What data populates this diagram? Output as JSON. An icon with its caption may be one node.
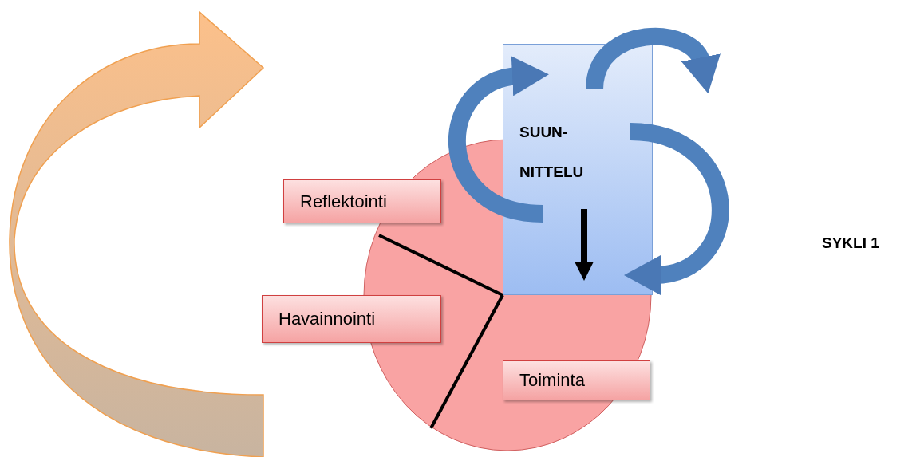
{
  "diagram": {
    "nodes": [
      {
        "text": [
          "SUUN- NITTELU"
        ]
      },
      {
        "text": [
          "Reflektointi"
        ]
      },
      {
        "text": [
          "Havainnointi"
        ]
      },
      {
        "text": [
          "Toiminta"
        ]
      }
    ],
    "labels": [
      "SYKLI 1"
    ]
  }
}
